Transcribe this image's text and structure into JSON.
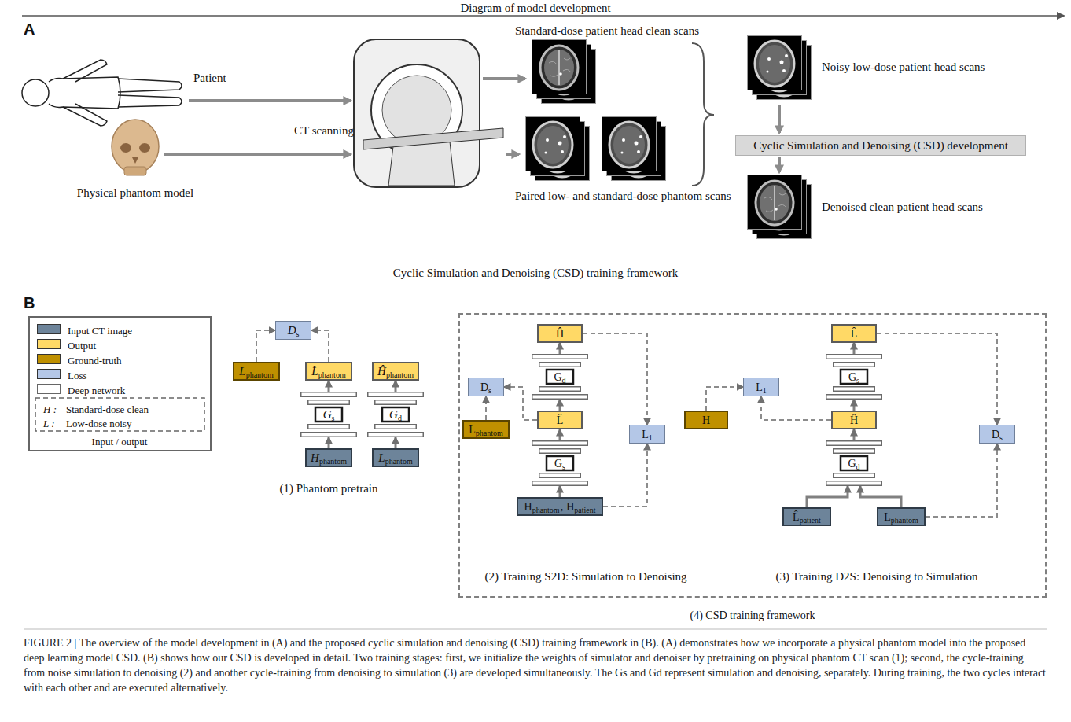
{
  "diagram": {
    "caption": "FIGURE 2 | The overview of the model development in (A) and the proposed cyclic simulation and denoising (CSD) training framework in (B). (A) demonstrates how we incorporate a physical phantom model into the proposed deep learning model CSD. (B) shows how our CSD is developed in detail. Two training stages: first, we initialize the weights of simulator and denoiser by pretraining on physical phantom CT scan (1); second, the cycle-training from noise simulation to denoising (2) and another cycle-training from denoising to simulation (3) are developed simultaneously. The Gs and Gd represent simulation and denoising, separately. During training, the two cycles interact with each other and are executed alternatively.",
    "nodes": [
      {
        "text": [
          "Cyclic Simulation and Denoising (CSD) development"
        ]
      },
      {
        "text": [
          "D",
          "s"
        ]
      },
      {
        "text": [
          "L",
          "phantom"
        ]
      },
      {
        "text": [
          "L̂",
          "phantom"
        ]
      },
      {
        "text": [
          "Ĥ",
          "phantom"
        ]
      },
      {
        "text": [
          "G",
          "s"
        ]
      },
      {
        "text": [
          "G",
          "d"
        ]
      },
      {
        "text": [
          "H",
          "phantom"
        ]
      },
      {
        "text": [
          "L",
          "phantom"
        ]
      },
      {
        "text": [
          "(4) CSD training framework"
        ]
      },
      {
        "text": [
          "Ĥ"
        ],
        "in": 9
      },
      {
        "text": [
          "G",
          "d"
        ],
        "in": 9
      },
      {
        "text": [
          "D",
          "s"
        ],
        "in": 9
      },
      {
        "text": [
          "L̂"
        ],
        "in": 9
      },
      {
        "text": [
          "L",
          "phantom"
        ],
        "in": 9
      },
      {
        "text": [
          "L",
          "1"
        ],
        "in": 9
      },
      {
        "text": [
          "G",
          "s"
        ],
        "in": 9
      },
      {
        "text": [
          "H",
          "phantom",
          ",",
          "H",
          "patient"
        ],
        "in": 9
      },
      {
        "text": [
          "L̂"
        ],
        "in": 9
      },
      {
        "text": [
          "G",
          "s"
        ],
        "in": 9
      },
      {
        "text": [
          "L",
          "1"
        ],
        "in": 9
      },
      {
        "text": [
          "H"
        ],
        "in": 9
      },
      {
        "text": [
          "Ĥ"
        ],
        "in": 9
      },
      {
        "text": [
          "D",
          "s"
        ],
        "in": 9
      },
      {
        "text": [
          "G",
          "d"
        ],
        "in": 9
      },
      {
        "text": [
          "L̂",
          "patient"
        ],
        "in": 9
      },
      {
        "text": [
          "L",
          "phantom"
        ],
        "in": 9
      }
    ],
    "edges": [
      {
        "from": 2,
        "to": 1,
        "arrow": "to"
      },
      {
        "from": 3,
        "to": 1,
        "arrow": "to"
      },
      {
        "from": 7,
        "to": 5,
        "arrow": "to"
      },
      {
        "from": 5,
        "to": 3,
        "arrow": "to"
      },
      {
        "from": 8,
        "to": 6,
        "arrow": "to"
      },
      {
        "from": 6,
        "to": 4,
        "arrow": "to"
      },
      {
        "from": 17,
        "to": 16,
        "arrow": "to"
      },
      {
        "from": 16,
        "to": 13,
        "arrow": "to"
      },
      {
        "from": 13,
        "to": 11,
        "arrow": "to"
      },
      {
        "from": 11,
        "to": 10,
        "arrow": "to"
      },
      {
        "from": 13,
        "to": 12,
        "arrow": "to"
      },
      {
        "from": 14,
        "to": 12,
        "arrow": "to"
      },
      {
        "from": 10,
        "to": 15,
        "arrow": "to"
      },
      {
        "from": 17,
        "to": 15,
        "arrow": "to"
      },
      {
        "from": 25,
        "to": 24,
        "arrow": "to"
      },
      {
        "from": 26,
        "to": 24,
        "arrow": "to"
      },
      {
        "from": 24,
        "to": 22,
        "arrow": "to"
      },
      {
        "from": 22,
        "to": 19,
        "arrow": "to"
      },
      {
        "from": 19,
        "to": 18,
        "arrow": "to"
      },
      {
        "from": 22,
        "to": 20,
        "arrow": "to"
      },
      {
        "from": 21,
        "to": 20,
        "arrow": "to"
      },
      {
        "from": 18,
        "to": 23,
        "arrow": "to"
      },
      {
        "from": 26,
        "to": 23,
        "arrow": "to"
      }
    ],
    "labels": [
      "A",
      "Diagram of model development",
      "Patient",
      "Physical phantom model",
      "CT scanning",
      "Standard-dose patient head clean scans",
      "Paired low- and standard-dose phantom scans",
      "Noisy low-dose patient head scans",
      "Denoised clean patient head scans",
      "Cyclic Simulation and Denoising (CSD) training framework",
      "B",
      "H :",
      "Standard-dose clean",
      "L :",
      "Low-dose noisy",
      "Input / output",
      "(1) Phantom pretrain",
      "(2) Training S2D: Simulation to Denoising",
      "(3) Training D2S: Denoising to Simulation"
    ],
    "legend": [
      {
        "text": "Input CT image",
        "color": "#6d849a"
      },
      {
        "text": "Output",
        "color": "#ffd966"
      },
      {
        "text": "Ground-truth",
        "color": "#bf9000"
      },
      {
        "text": "Loss",
        "color": "#b4c7e7"
      },
      {
        "text": "Deep network"
      }
    ]
  }
}
